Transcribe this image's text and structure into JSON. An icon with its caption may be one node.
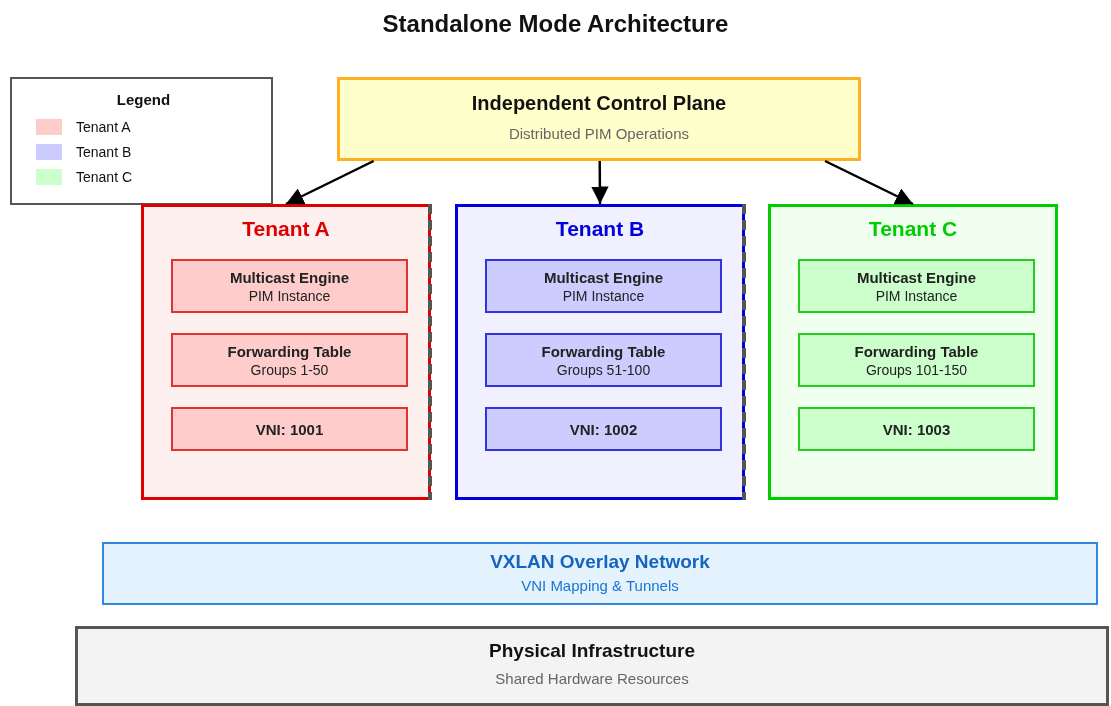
{
  "diagram": {
    "title": "Standalone Mode Architecture",
    "nodes": [
      {
        "text": [
          "Independent Control Plane",
          "Distributed PIM Operations"
        ]
      },
      {
        "text": [
          "Tenant A"
        ]
      },
      {
        "text": [
          "Multicast Engine",
          "PIM Instance"
        ],
        "in": 1
      },
      {
        "text": [
          "Forwarding Table",
          "Groups 1-50"
        ],
        "in": 1
      },
      {
        "text": [
          "VNI: 1001"
        ],
        "in": 1
      },
      {
        "text": [
          "Tenant B"
        ]
      },
      {
        "text": [
          "Multicast Engine",
          "PIM Instance"
        ],
        "in": 5
      },
      {
        "text": [
          "Forwarding Table",
          "Groups 51-100"
        ],
        "in": 5
      },
      {
        "text": [
          "VNI: 1002"
        ],
        "in": 5
      },
      {
        "text": [
          "Tenant C"
        ]
      },
      {
        "text": [
          "Multicast Engine",
          "PIM Instance"
        ],
        "in": 9
      },
      {
        "text": [
          "Forwarding Table",
          "Groups 101-150"
        ],
        "in": 9
      },
      {
        "text": [
          "VNI: 1003"
        ],
        "in": 9
      },
      {
        "text": [
          "VXLAN Overlay Network",
          "VNI Mapping & Tunnels"
        ]
      },
      {
        "text": [
          "Physical Infrastructure",
          "Shared Hardware Resources"
        ]
      }
    ],
    "edges": [
      {
        "from": 0,
        "to": 1,
        "arrow": "to"
      },
      {
        "from": 0,
        "to": 5,
        "arrow": "to"
      },
      {
        "from": 0,
        "to": 9,
        "arrow": "to"
      }
    ],
    "legend": [
      {
        "text": "Legend"
      },
      {
        "text": "Tenant A",
        "color": "#ffcccc"
      },
      {
        "text": "Tenant B",
        "color": "#ccccff"
      },
      {
        "text": "Tenant C",
        "color": "#ccffcc"
      }
    ]
  }
}
